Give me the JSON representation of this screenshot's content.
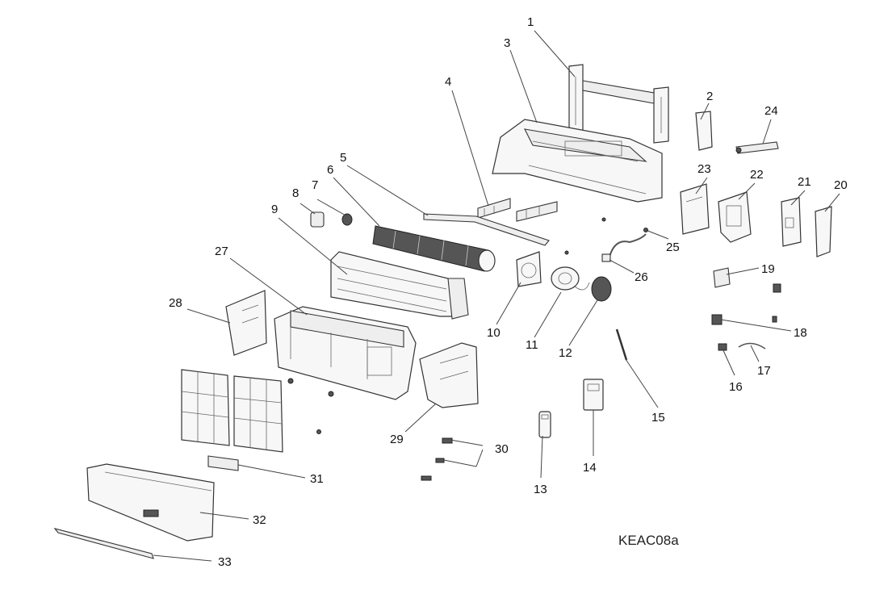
{
  "diagram": {
    "labels": [
      "1",
      "2",
      "3",
      "4",
      "5",
      "6",
      "7",
      "8",
      "9",
      "10",
      "11",
      "12",
      "13",
      "14",
      "15",
      "16",
      "17",
      "18",
      "19",
      "20",
      "21",
      "22",
      "23",
      "24",
      "25",
      "26",
      "27",
      "28",
      "29",
      "30",
      "31",
      "32",
      "33"
    ],
    "code": "KEAC08a"
  }
}
